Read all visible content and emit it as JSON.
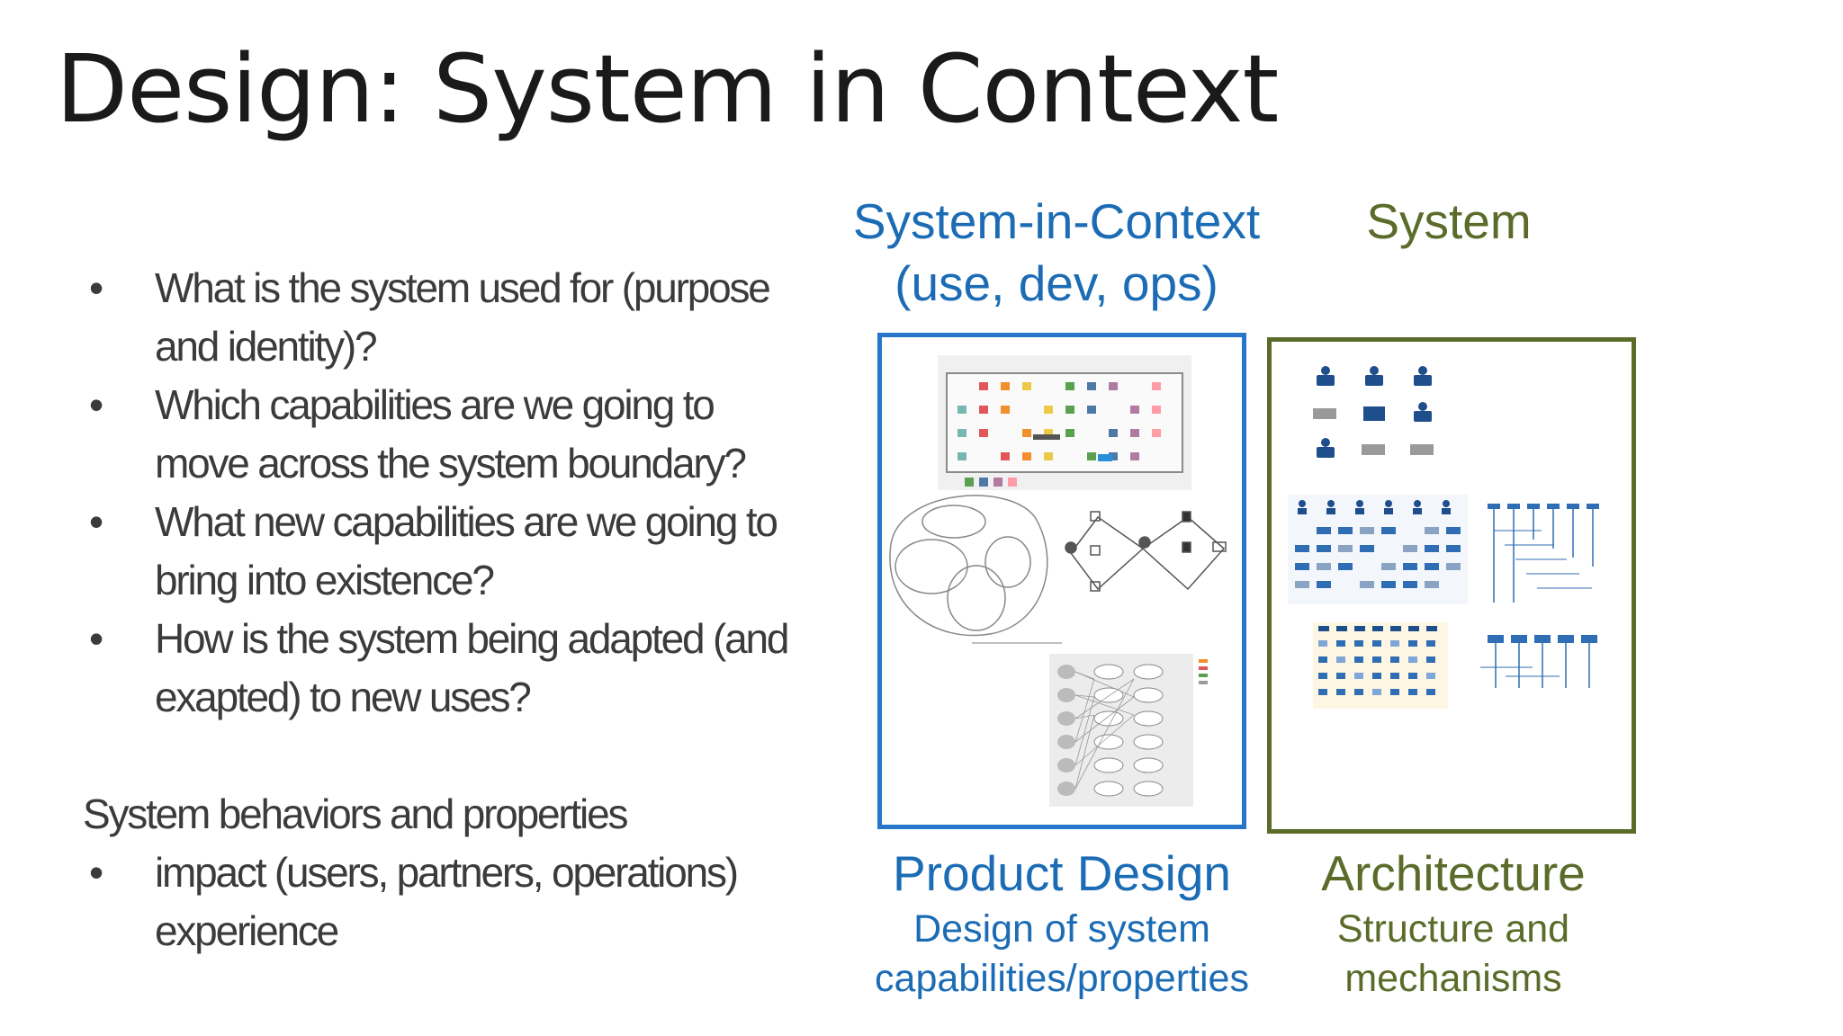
{
  "slide": {
    "title": "Design: System in Context"
  },
  "left_column": {
    "questions": [
      [
        "What is the system used for (purpose",
        "and identity)?"
      ],
      [
        "Which capabilities are we going to",
        "move across the system boundary?"
      ],
      [
        "What new capabilities are we going to",
        "bring into existence?"
      ],
      [
        "How is the system being adapted (and",
        "exapted) to new uses?"
      ]
    ],
    "behaviors_heading": "System behaviors and properties",
    "behaviors": [
      [
        "impact (users, partners, operations)",
        "experience"
      ]
    ],
    "bullet_glyph": "•"
  },
  "system_in_context": {
    "heading_line1": "System-in-Context",
    "heading_line2": "(use, dev, ops)",
    "caption_title": "Product Design",
    "caption_line1": "Design of system",
    "caption_line2": "capabilities/properties",
    "accent_color": "#1c6cb5",
    "border_color": "#2677c9",
    "thumbnails": [
      "context-map-diagram",
      "ecosystem-blob-diagram",
      "actor-network-diagram",
      "use-case-diagram"
    ]
  },
  "system": {
    "heading": "System",
    "caption_title": "Architecture",
    "caption_line1": "Structure and",
    "caption_line2": "mechanisms",
    "accent_color": "#5b6b2a",
    "thumbnails": [
      "component-icon-grid",
      "layered-component-diagram",
      "sequence-diagram-1",
      "component-matrix-diagram",
      "sequence-diagram-2"
    ]
  }
}
